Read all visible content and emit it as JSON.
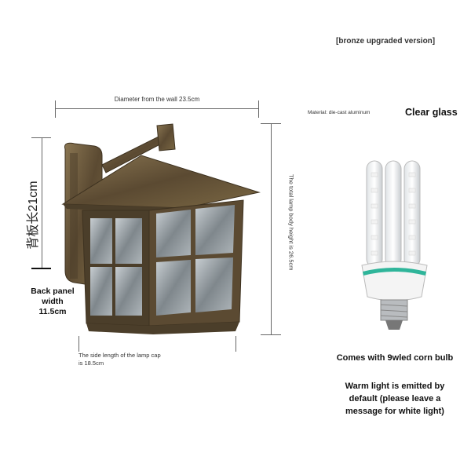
{
  "labels": {
    "version": "[bronze upgraded version]",
    "diameter": "Diameter from the wall 23.5cm",
    "material": "Material: die-cast aluminum",
    "clear_glass": "Clear glass",
    "back_panel_height": "背板长21cm",
    "total_height": "The total lamp body height is 26.5cm",
    "back_panel_width_line1": "Back panel",
    "back_panel_width_line2": "width",
    "back_panel_width_line3": "11.5cm",
    "side_length_line1": "The side length of the lamp cap",
    "side_length_line2": "is 18.5cm",
    "bulb": "Comes with 9wled corn bulb",
    "warm_line1": "Warm light is emitted by",
    "warm_line2": "default (please leave a",
    "warm_line3": "message for white light)"
  },
  "colors": {
    "bronze": "#6b5a3e",
    "glass": "#9aa3a8",
    "accent": "#2fb59a"
  }
}
